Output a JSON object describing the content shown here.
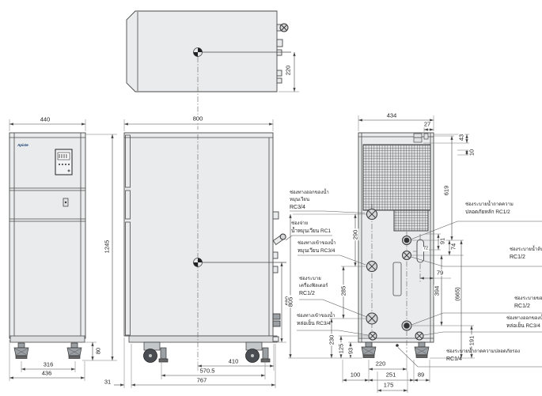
{
  "colors": {
    "background": "#ffffff",
    "body_fill": "#e9ebec",
    "line": "#4a4a4a",
    "dark_fill": "#333333"
  },
  "views": {
    "top": {
      "dims": {
        "d220": "220"
      }
    },
    "front": {
      "logo": "Apiste",
      "dims": {
        "d440": "440",
        "d316": "316",
        "d436": "436",
        "d80": "80"
      }
    },
    "side": {
      "dims": {
        "d800": "800",
        "d1245": "1245",
        "d480": "480",
        "d410": "410",
        "d570_5": "570.5",
        "d767": "767",
        "d31": "31"
      }
    },
    "back": {
      "dims": {
        "d434": "434",
        "d27": "27",
        "d43": "43",
        "d10": "10",
        "d619": "619",
        "d290": "290",
        "d285": "285",
        "d805": "805",
        "d91": "91",
        "d74": "74",
        "d72": "72",
        "d79": "79",
        "d394": "394",
        "d665": "(665)",
        "d191": "191",
        "d230": "230",
        "d125": "125",
        "d93": "93",
        "d220": "220",
        "d100": "100",
        "d251": "251",
        "d89": "89",
        "d175": "175"
      },
      "labels_left": [
        {
          "lines": [
            "ช่องทางออกของน้ำ",
            "หมุนเวียน",
            "RC3/4"
          ]
        },
        {
          "lines": [
            "ช่องจ่าย",
            "น้ำหมุนเวียน RC1"
          ]
        },
        {
          "lines": [
            "ช่องทางเข้าของน้ำ",
            "หมุนเวียน RC3/4"
          ]
        },
        {
          "lines": [
            "ช่องระบาย",
            "เครื่องฟิลเตอร์",
            "RC1/2"
          ]
        },
        {
          "lines": [
            "ช่องทางเข้าของน้ำ",
            "หล่อเย็น RC3/4"
          ]
        }
      ],
      "labels_right": [
        {
          "lines": [
            "ช่องระบายน้ำถาดความ",
            "ปลอดภัยหลัก RC1/2"
          ]
        },
        {
          "lines": [
            "ช่องระบายน้ำล้น",
            "RC1/2"
          ]
        },
        {
          "lines": [
            "ช่องระบายของถัง",
            "RC1/2"
          ]
        },
        {
          "lines": [
            "ช่องทางออกของน้ำ",
            "หล่อเย็น RC3/4"
          ]
        },
        {
          "lines": [
            "ช่องระบายน้ำถาดความปลอดภัยรอง",
            "RC1/4"
          ]
        }
      ]
    }
  }
}
